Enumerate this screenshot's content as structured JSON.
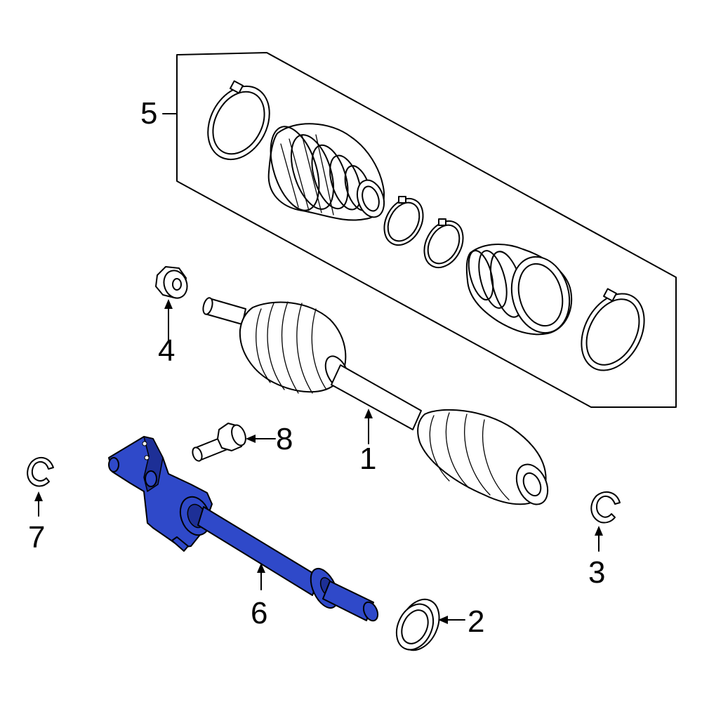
{
  "callouts": [
    {
      "id": "1",
      "label": "1"
    },
    {
      "id": "2",
      "label": "2"
    },
    {
      "id": "3",
      "label": "3"
    },
    {
      "id": "4",
      "label": "4"
    },
    {
      "id": "5",
      "label": "5"
    },
    {
      "id": "6",
      "label": "6"
    },
    {
      "id": "7",
      "label": "7"
    },
    {
      "id": "8",
      "label": "8"
    }
  ],
  "colors": {
    "highlight": "#2f49c9",
    "highlight_dark": "#1d2f96",
    "outline": "#000000",
    "background": "#ffffff"
  }
}
